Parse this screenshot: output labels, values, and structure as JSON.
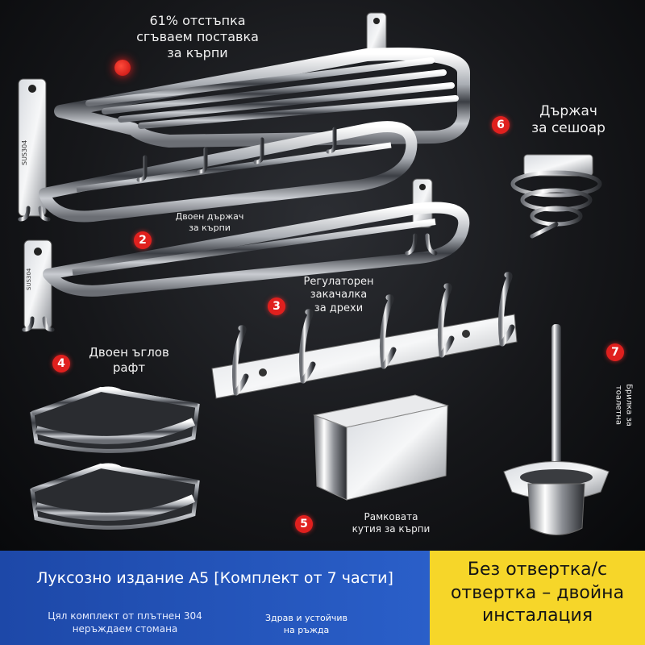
{
  "promo": {
    "line1": "61% отстъпка",
    "line2": "сгъваем поставка",
    "line3": "за кърпи"
  },
  "items": [
    {
      "num": "2",
      "line1": "Двоен държач",
      "line2": "за кърпи"
    },
    {
      "num": "3",
      "line1": "Регулаторен",
      "line2": "закачалка",
      "line3": "за дрехи"
    },
    {
      "num": "4",
      "line1": "Двоен ъглов",
      "line2": "рафт"
    },
    {
      "num": "5",
      "line1": "Рамковата",
      "line2": "кутия за кърпи"
    },
    {
      "num": "6",
      "line1": "Държач",
      "line2": "за сешоар"
    },
    {
      "num": "7",
      "line1": "Брилка за",
      "line2": "тоалетна"
    }
  ],
  "engraving": "SUS304",
  "footer": {
    "title": "Луксозно издание А5 [Комплект от 7 части]",
    "sub_left_1": "Цял комплект от плътнен 304",
    "sub_left_2": "неръждаем стомана",
    "sub_mid_1": "Здрав и устойчив",
    "sub_mid_2": "на ръжда",
    "right_1": "Без отвертка/с",
    "right_2": "отвертка – двойна",
    "right_3": "инсталация"
  },
  "colors": {
    "accent_red": "#e0201e",
    "footer_blue": "#2a5fc9",
    "footer_yellow": "#f6d629"
  }
}
